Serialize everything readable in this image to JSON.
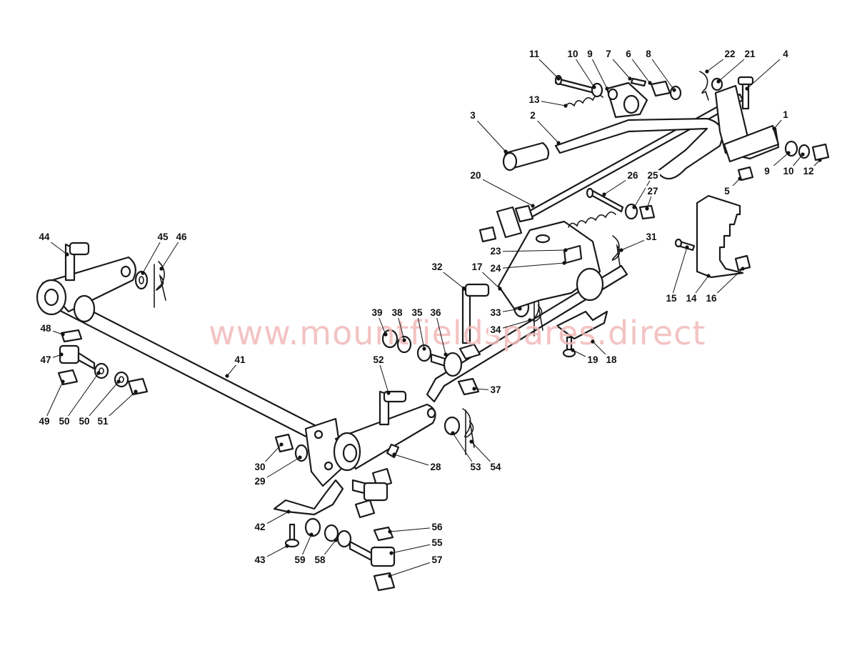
{
  "watermark": "www.mountfieldspares.direct",
  "callouts": [
    {
      "id": "p1",
      "label": "1"
    },
    {
      "id": "p2",
      "label": "2"
    },
    {
      "id": "p3",
      "label": "3"
    },
    {
      "id": "p4",
      "label": "4"
    },
    {
      "id": "p5",
      "label": "5"
    },
    {
      "id": "p6",
      "label": "6"
    },
    {
      "id": "p7",
      "label": "7"
    },
    {
      "id": "p8",
      "label": "8"
    },
    {
      "id": "p9a",
      "label": "9"
    },
    {
      "id": "p9b",
      "label": "9"
    },
    {
      "id": "p10a",
      "label": "10"
    },
    {
      "id": "p10b",
      "label": "10"
    },
    {
      "id": "p11",
      "label": "11"
    },
    {
      "id": "p12",
      "label": "12"
    },
    {
      "id": "p13",
      "label": "13"
    },
    {
      "id": "p14",
      "label": "14"
    },
    {
      "id": "p15",
      "label": "15"
    },
    {
      "id": "p16",
      "label": "16"
    },
    {
      "id": "p17",
      "label": "17"
    },
    {
      "id": "p18",
      "label": "18"
    },
    {
      "id": "p19",
      "label": "19"
    },
    {
      "id": "p20",
      "label": "20"
    },
    {
      "id": "p21",
      "label": "21"
    },
    {
      "id": "p22",
      "label": "22"
    },
    {
      "id": "p23",
      "label": "23"
    },
    {
      "id": "p24",
      "label": "24"
    },
    {
      "id": "p25",
      "label": "25"
    },
    {
      "id": "p26",
      "label": "26"
    },
    {
      "id": "p27",
      "label": "27"
    },
    {
      "id": "p28",
      "label": "28"
    },
    {
      "id": "p29",
      "label": "29"
    },
    {
      "id": "p30",
      "label": "30"
    },
    {
      "id": "p31",
      "label": "31"
    },
    {
      "id": "p32",
      "label": "32"
    },
    {
      "id": "p33",
      "label": "33"
    },
    {
      "id": "p34",
      "label": "34"
    },
    {
      "id": "p35",
      "label": "35"
    },
    {
      "id": "p36",
      "label": "36"
    },
    {
      "id": "p37",
      "label": "37"
    },
    {
      "id": "p38",
      "label": "38"
    },
    {
      "id": "p39",
      "label": "39"
    },
    {
      "id": "p41",
      "label": "41"
    },
    {
      "id": "p42",
      "label": "42"
    },
    {
      "id": "p43",
      "label": "43"
    },
    {
      "id": "p44",
      "label": "44"
    },
    {
      "id": "p45",
      "label": "45"
    },
    {
      "id": "p46",
      "label": "46"
    },
    {
      "id": "p47",
      "label": "47"
    },
    {
      "id": "p48",
      "label": "48"
    },
    {
      "id": "p49",
      "label": "49"
    },
    {
      "id": "p50a",
      "label": "50"
    },
    {
      "id": "p50b",
      "label": "50"
    },
    {
      "id": "p51",
      "label": "51"
    },
    {
      "id": "p52",
      "label": "52"
    },
    {
      "id": "p53",
      "label": "53"
    },
    {
      "id": "p54",
      "label": "54"
    },
    {
      "id": "p55",
      "label": "55"
    },
    {
      "id": "p56",
      "label": "56"
    },
    {
      "id": "p57",
      "label": "57"
    },
    {
      "id": "p58",
      "label": "58"
    },
    {
      "id": "p59",
      "label": "59"
    }
  ]
}
